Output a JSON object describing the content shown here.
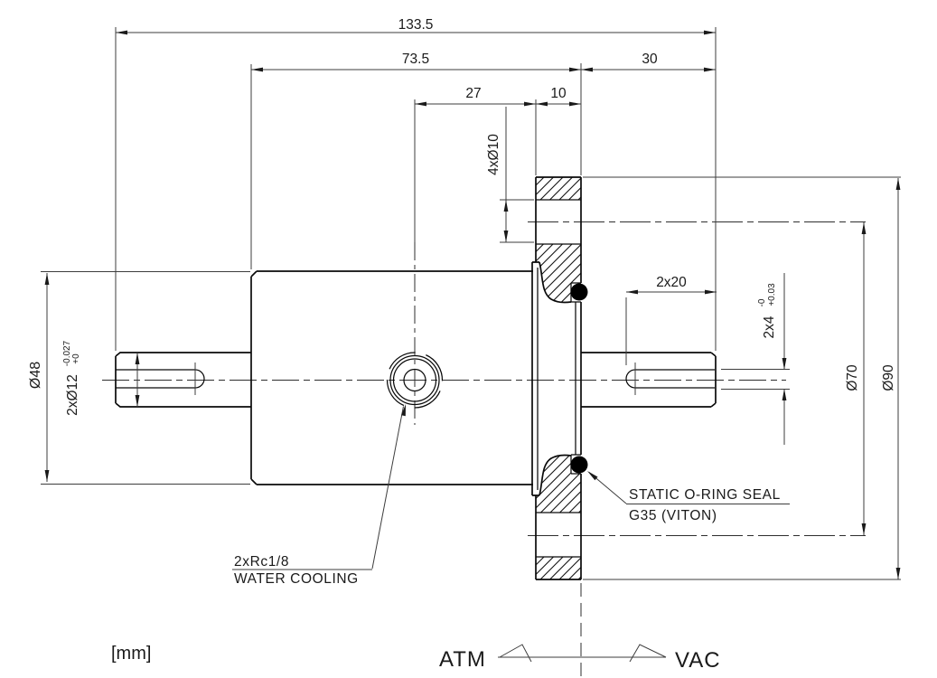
{
  "drawing": {
    "type": "mechanical-cross-section",
    "dims": {
      "overall": "133.5",
      "to_face": "73.5",
      "vac_side": "30",
      "port_offset": "27",
      "flange_thk": "10",
      "bolt_holes": "4xØ10",
      "key_len": "2x20",
      "key_h": "2x4",
      "key_h_up": "+0.03",
      "key_h_lo": "-0",
      "body_dia": "Ø48",
      "shaft_dia": "2xØ12",
      "shaft_up": "+0",
      "shaft_lo": "-0.027",
      "bcd": "Ø70",
      "flange_dia": "Ø90"
    },
    "callouts": {
      "seal_line1": "STATIC O-RING SEAL",
      "seal_line2": "G35 (VITON)",
      "cooling_line1": "2xRc1/8",
      "cooling_line2": "WATER COOLING"
    },
    "notes": {
      "units": "[mm]",
      "atm": "ATM",
      "vac": "VAC"
    },
    "colors": {
      "object_line": "#0a0a0a",
      "dimension_line": "#3d3d3d",
      "text": "#1a1a1a",
      "background": "#ffffff"
    }
  }
}
